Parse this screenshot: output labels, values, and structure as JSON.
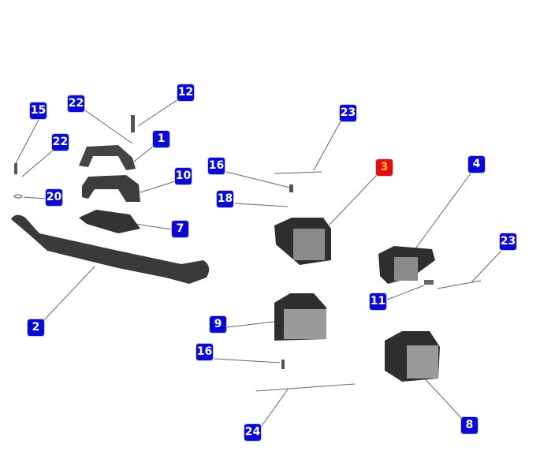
{
  "callouts": [
    {
      "num": "15",
      "highlighted": false
    },
    {
      "num": "22",
      "highlighted": false
    },
    {
      "num": "12",
      "highlighted": false
    },
    {
      "num": "22",
      "highlighted": false
    },
    {
      "num": "1",
      "highlighted": false
    },
    {
      "num": "23",
      "highlighted": false
    },
    {
      "num": "16",
      "highlighted": false
    },
    {
      "num": "3",
      "highlighted": true
    },
    {
      "num": "4",
      "highlighted": false
    },
    {
      "num": "10",
      "highlighted": false
    },
    {
      "num": "18",
      "highlighted": false
    },
    {
      "num": "20",
      "highlighted": false
    },
    {
      "num": "7",
      "highlighted": false
    },
    {
      "num": "23",
      "highlighted": false
    },
    {
      "num": "11",
      "highlighted": false
    },
    {
      "num": "2",
      "highlighted": false
    },
    {
      "num": "9",
      "highlighted": false
    },
    {
      "num": "16",
      "highlighted": false
    },
    {
      "num": "8",
      "highlighted": false
    },
    {
      "num": "24",
      "highlighted": false
    }
  ],
  "colors": {
    "label": "#0a0ad2",
    "highlight": "#e01010",
    "highlight_text": "#ffc040"
  }
}
